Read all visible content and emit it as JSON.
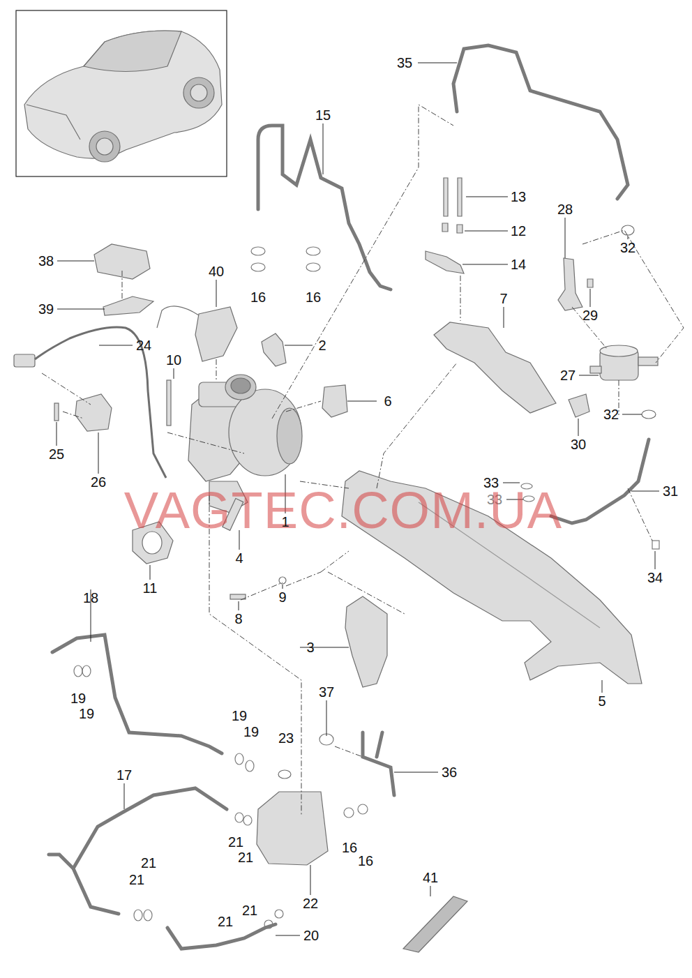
{
  "diagram": {
    "labels": [
      "35",
      "15",
      "13",
      "28",
      "12",
      "32",
      "38",
      "14",
      "40",
      "16",
      "16",
      "7",
      "39",
      "29",
      "24",
      "2",
      "10",
      "27",
      "6",
      "32",
      "30",
      "25",
      "26",
      "33",
      "31",
      "33",
      "VAGTEC.COM.UA",
      "1",
      "4",
      "34",
      "11",
      "9",
      "8",
      "18",
      "3",
      "19",
      "19",
      "5",
      "37",
      "19",
      "19",
      "23",
      "36",
      "17",
      "21",
      "21",
      "16",
      "16",
      "21",
      "21",
      "22",
      "41",
      "21",
      "21",
      "20"
    ]
  }
}
